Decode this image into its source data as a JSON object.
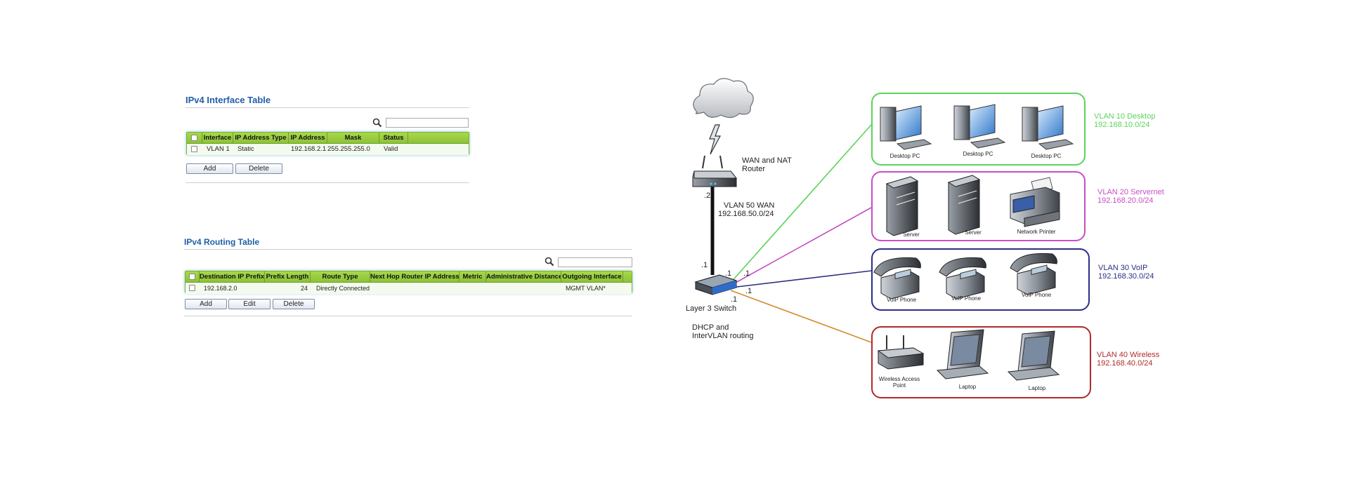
{
  "interface_table": {
    "title": "IPv4 Interface Table",
    "search_placeholder": "",
    "columns": [
      "Interface",
      "IP Address Type",
      "IP Address",
      "Mask",
      "Status"
    ],
    "rows": [
      {
        "interface": "VLAN 1",
        "ip_address_type": "Static",
        "ip_address": "192.168.2.1",
        "mask": "255.255.255.0",
        "status": "Valid"
      }
    ],
    "buttons": {
      "add": "Add",
      "delete": "Delete"
    }
  },
  "routing_table": {
    "title": "IPv4 Routing Table",
    "search_placeholder": "",
    "columns": [
      "Destination IP Prefix",
      "Prefix Length",
      "Route Type",
      "Next Hop Router IP Address",
      "Metric",
      "Administrative Distance",
      "Outgoing Interface"
    ],
    "rows": [
      {
        "destination": "192.168.2.0",
        "prefix_length": "24",
        "route_type": "Directly Connected",
        "next_hop": "",
        "metric": "",
        "admin_distance": "",
        "outgoing_interface": "MGMT VLAN*"
      }
    ],
    "buttons": {
      "add": "Add",
      "edit": "Edit",
      "delete": "Delete"
    }
  },
  "diagram": {
    "router_label_1": "WAN and NAT",
    "router_label_2": "Router",
    "wan_vlan_1": "VLAN 50 WAN",
    "wan_vlan_2": "192.168.50.0/24",
    "switch_label": "Layer 3 Switch",
    "switch_desc_1": "DHCP and",
    "switch_desc_2": "InterVLAN routing",
    "suffixes": {
      "router_dot2": ".2",
      "switch_dot1_up": ".1",
      "switch_dot1_a": ".1",
      "switch_dot1_b": ".1",
      "switch_dot1_c": ".1",
      "switch_dot1_d": ".1"
    },
    "vlans": [
      {
        "name": "VLAN 10 Desktop",
        "subnet": "192.168.10.0/24",
        "color": "#5bd35b",
        "devices": [
          "Desktop PC",
          "Desktop PC",
          "Desktop PC"
        ]
      },
      {
        "name": "VLAN 20 Servernet",
        "subnet": "192.168.20.0/24",
        "color": "#c64fc6",
        "devices": [
          "Server",
          "Server",
          "Network Printer"
        ]
      },
      {
        "name": "VLAN 30 VoIP",
        "subnet": "192.168.30.0/24",
        "color": "#2d2d86",
        "devices": [
          "VoIP Phone",
          "VoIP Phone",
          "VoIP Phone"
        ]
      },
      {
        "name": "VLAN 40  Wireless",
        "subnet": "192.168.40.0/24",
        "color": "#b02a2a",
        "devices": [
          "Wireless Access Point",
          "Laptop",
          "Laptop"
        ]
      }
    ],
    "wap_label_1": "Wireless Access",
    "wap_label_2": "Point"
  }
}
